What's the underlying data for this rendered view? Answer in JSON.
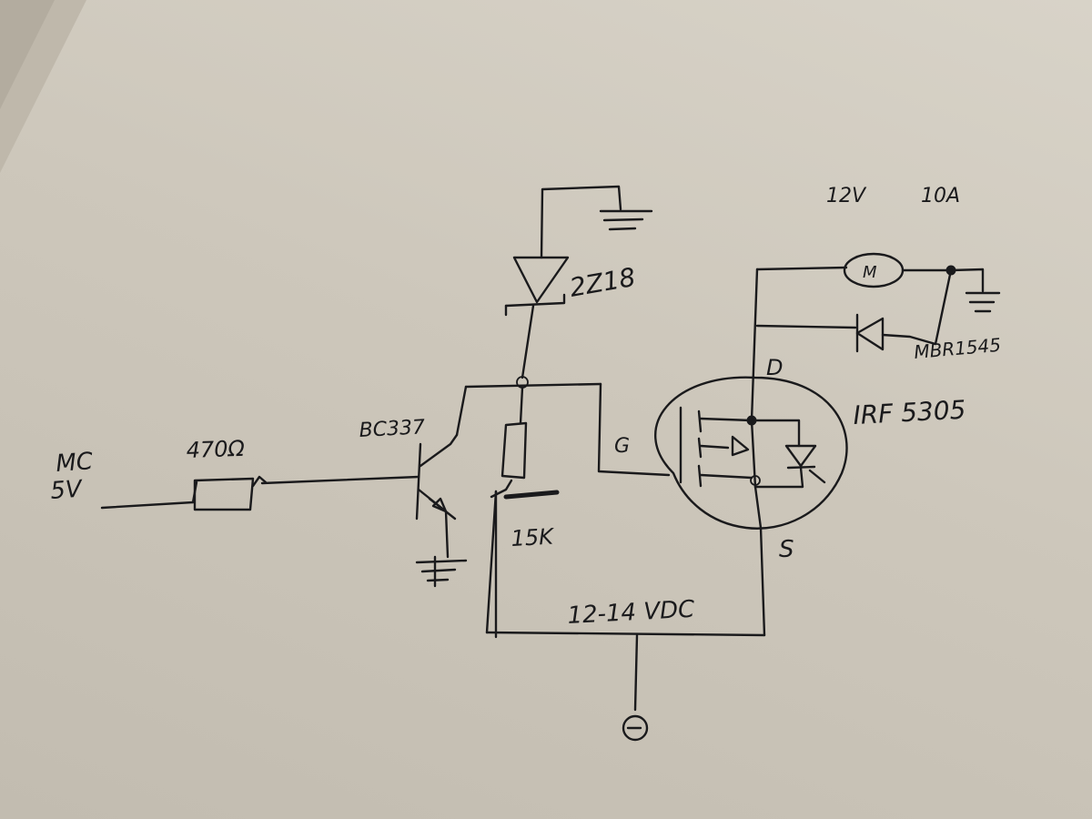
{
  "labels": {
    "mc_top": "MC",
    "mc_bottom": "5V",
    "r_base": "470Ω",
    "transistor": "BC337",
    "zener": "2Z18",
    "resistor_pulldown": "15K",
    "gate": "G",
    "drain": "D",
    "source": "S",
    "mosfet": "IRF 5305",
    "flyback_diode": "MBR1545",
    "motor_symbol": "M",
    "motor_volts": "12V",
    "motor_amps": "10A",
    "supply": "12-14 VDC"
  },
  "colors": {
    "ink": "#1a1a1c",
    "paper": "#d3cdc2"
  }
}
